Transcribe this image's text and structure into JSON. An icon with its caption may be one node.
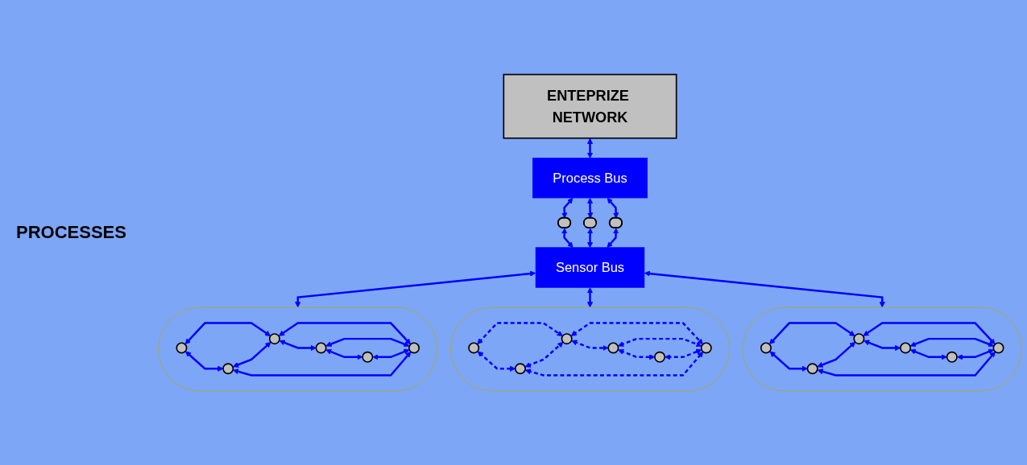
{
  "diagram": {
    "nodes": [
      {
        "text": [
          "ENTEPRIZE NETWORK"
        ]
      },
      {
        "text": [
          "Process Bus"
        ]
      },
      {
        "text": [],
        "shape": "ellipse"
      },
      {
        "text": [],
        "shape": "ellipse"
      },
      {
        "text": [],
        "shape": "ellipse"
      },
      {
        "text": [
          "Sensor Bus"
        ]
      },
      {
        "text": [],
        "shape": "ellipse"
      },
      {
        "text": [],
        "shape": "ellipse"
      },
      {
        "text": [],
        "shape": "ellipse"
      },
      {
        "text": [],
        "shape": "circle",
        "in": 6
      },
      {
        "text": [],
        "shape": "circle",
        "in": 6
      },
      {
        "text": [],
        "shape": "circle",
        "in": 6
      },
      {
        "text": [],
        "shape": "circle",
        "in": 6
      },
      {
        "text": [],
        "shape": "circle",
        "in": 6
      },
      {
        "text": [],
        "shape": "circle",
        "in": 6
      },
      {
        "text": [],
        "shape": "circle",
        "in": 7
      },
      {
        "text": [],
        "shape": "circle",
        "in": 7
      },
      {
        "text": [],
        "shape": "circle",
        "in": 7
      },
      {
        "text": [],
        "shape": "circle",
        "in": 7
      },
      {
        "text": [],
        "shape": "circle",
        "in": 7
      },
      {
        "text": [],
        "shape": "circle",
        "in": 7
      },
      {
        "text": [],
        "shape": "circle",
        "in": 8
      },
      {
        "text": [],
        "shape": "circle",
        "in": 8
      },
      {
        "text": [],
        "shape": "circle",
        "in": 8
      },
      {
        "text": [],
        "shape": "circle",
        "in": 8
      },
      {
        "text": [],
        "shape": "circle",
        "in": 8
      },
      {
        "text": [],
        "shape": "circle",
        "in": 8
      }
    ],
    "edges": [
      {
        "from": 0,
        "to": 1,
        "arrow": "both"
      },
      {
        "from": 1,
        "to": 2,
        "arrow": "both"
      },
      {
        "from": 1,
        "to": 3,
        "arrow": "both"
      },
      {
        "from": 1,
        "to": 4,
        "arrow": "both"
      },
      {
        "from": 2,
        "to": 5,
        "arrow": "both"
      },
      {
        "from": 3,
        "to": 5,
        "arrow": "both"
      },
      {
        "from": 4,
        "to": 5,
        "arrow": "both"
      },
      {
        "from": 5,
        "to": 6,
        "arrow": "both"
      },
      {
        "from": 5,
        "to": 7,
        "arrow": "both"
      },
      {
        "from": 5,
        "to": 8,
        "arrow": "both"
      },
      {
        "from": 9,
        "to": 10,
        "arrow": "both"
      },
      {
        "from": 10,
        "to": 11,
        "arrow": "both"
      },
      {
        "from": 11,
        "to": 12,
        "arrow": "both"
      },
      {
        "from": 9,
        "to": 13,
        "arrow": "both"
      },
      {
        "from": 13,
        "to": 10,
        "arrow": "both"
      },
      {
        "from": 10,
        "to": 14,
        "arrow": "both"
      },
      {
        "from": 11,
        "to": 14,
        "arrow": "both"
      },
      {
        "from": 12,
        "to": 14,
        "arrow": "both"
      },
      {
        "from": 13,
        "to": 14,
        "arrow": "both"
      },
      {
        "from": 15,
        "to": 16,
        "arrow": "both",
        "style": "dashed"
      },
      {
        "from": 16,
        "to": 17,
        "arrow": "both",
        "style": "dashed"
      },
      {
        "from": 17,
        "to": 18,
        "arrow": "both",
        "style": "dashed"
      },
      {
        "from": 15,
        "to": 19,
        "arrow": "both",
        "style": "dashed"
      },
      {
        "from": 19,
        "to": 16,
        "arrow": "both",
        "style": "dashed"
      },
      {
        "from": 16,
        "to": 20,
        "arrow": "both",
        "style": "dashed"
      },
      {
        "from": 17,
        "to": 20,
        "arrow": "both",
        "style": "dashed"
      },
      {
        "from": 18,
        "to": 20,
        "arrow": "both",
        "style": "dashed"
      },
      {
        "from": 19,
        "to": 20,
        "arrow": "both",
        "style": "dashed"
      },
      {
        "from": 21,
        "to": 22,
        "arrow": "both"
      },
      {
        "from": 22,
        "to": 23,
        "arrow": "both"
      },
      {
        "from": 23,
        "to": 24,
        "arrow": "both"
      },
      {
        "from": 21,
        "to": 25,
        "arrow": "both"
      },
      {
        "from": 25,
        "to": 22,
        "arrow": "both"
      },
      {
        "from": 22,
        "to": 26,
        "arrow": "both"
      },
      {
        "from": 23,
        "to": 26,
        "arrow": "both"
      },
      {
        "from": 24,
        "to": 26,
        "arrow": "both"
      },
      {
        "from": 25,
        "to": 26,
        "arrow": "both"
      }
    ],
    "labels": [
      "PROCESSES"
    ]
  }
}
